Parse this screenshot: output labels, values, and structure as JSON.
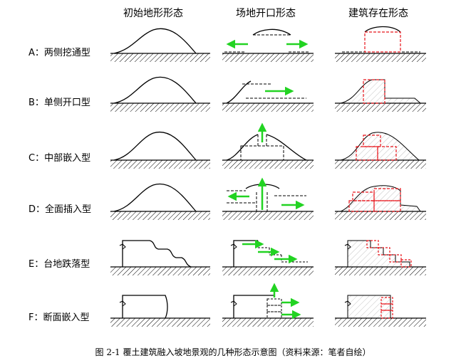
{
  "headers": [
    "初始地形形态",
    "场地开口形态",
    "建筑存在形态"
  ],
  "rows": [
    {
      "label": "A：两侧挖通型"
    },
    {
      "label": "B：单侧开口型"
    },
    {
      "label": "C：中部嵌入型"
    },
    {
      "label": "D：全面插入型"
    },
    {
      "label": "E：台地跌落型"
    },
    {
      "label": "F：断面嵌入型"
    }
  ],
  "caption": "图 2-1   覆土建筑融入坡地景观的几种形态示意图（资料来源：笔者自绘）",
  "colors": {
    "building": "#e8151b",
    "arrow": "#22d322",
    "ink": "#000000"
  }
}
